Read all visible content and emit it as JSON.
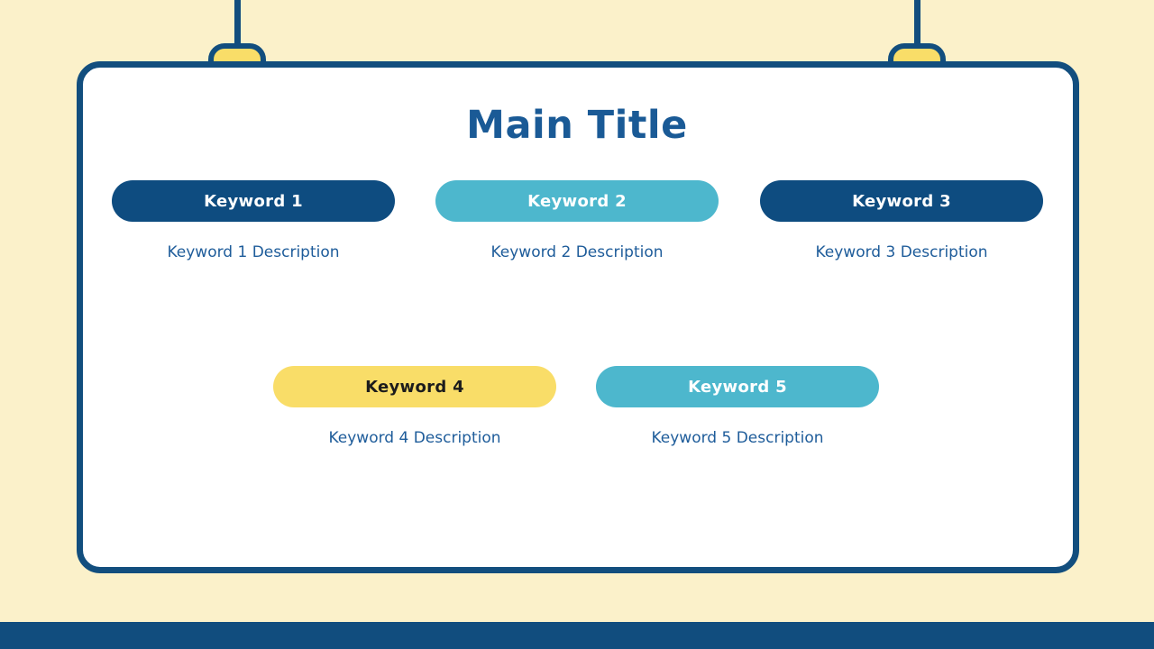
{
  "slide": {
    "title": "Main Title",
    "colors": {
      "background": "#FBF1CA",
      "card_border": "#124E7E",
      "title_text": "#1A5A96",
      "description_text": "#1E5C9A",
      "bottom_bar": "#114D7E",
      "hanger_string": "#124E7E",
      "hanger_clip_fill": "#F9DD68",
      "pill_navy": "#0E4C80",
      "pill_teal": "#4DB7CD",
      "pill_yellow": "#F9DD68"
    },
    "keywords": [
      {
        "label": "Keyword 1",
        "description": "Keyword 1 Description",
        "pill_color": "#0E4C80",
        "label_color": "#FFFFFF"
      },
      {
        "label": "Keyword 2",
        "description": "Keyword 2 Description",
        "pill_color": "#4DB7CD",
        "label_color": "#FFFFFF"
      },
      {
        "label": "Keyword 3",
        "description": "Keyword 3 Description",
        "pill_color": "#0E4C80",
        "label_color": "#FFFFFF"
      },
      {
        "label": "Keyword 4",
        "description": "Keyword 4 Description",
        "pill_color": "#F9DD68",
        "label_color": "#1C1C1C"
      },
      {
        "label": "Keyword 5",
        "description": "Keyword 5 Description",
        "pill_color": "#4DB7CD",
        "label_color": "#FFFFFF"
      }
    ]
  }
}
